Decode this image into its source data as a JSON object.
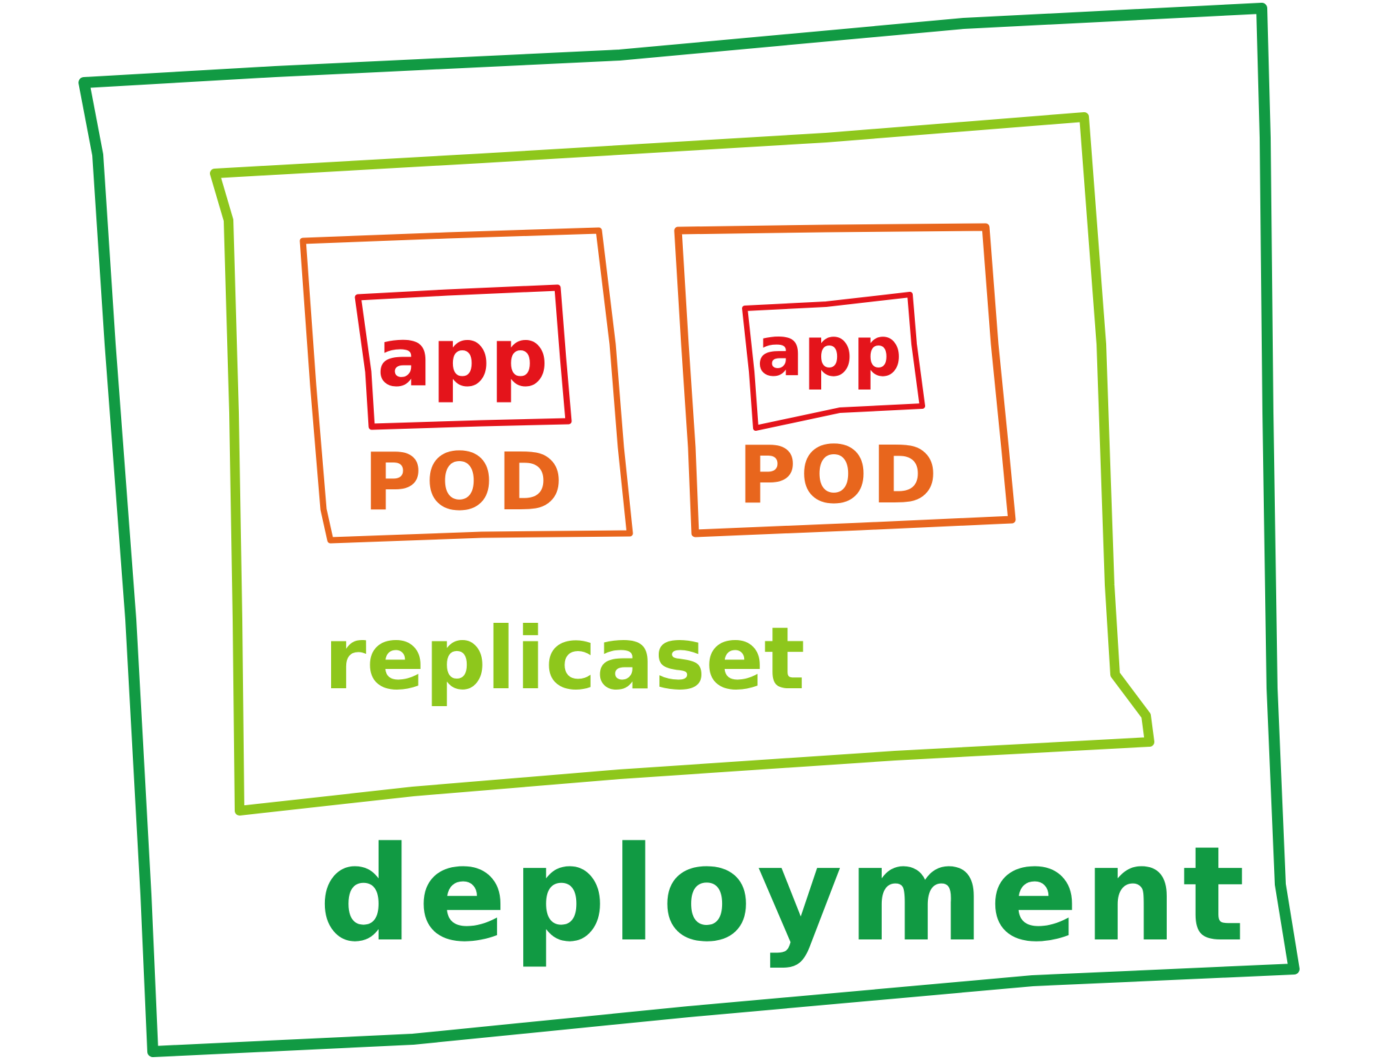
{
  "diagram": {
    "deployment": {
      "label": "deployment",
      "color": "#119a43"
    },
    "replicaset": {
      "label": "replicaset",
      "color": "#8ec71c"
    },
    "pods": [
      {
        "label": "POD",
        "app_label": "app",
        "pod_color": "#e8661d",
        "app_color": "#e4141b"
      },
      {
        "label": "POD",
        "app_label": "app",
        "pod_color": "#e8661d",
        "app_color": "#e4141b"
      }
    ]
  }
}
